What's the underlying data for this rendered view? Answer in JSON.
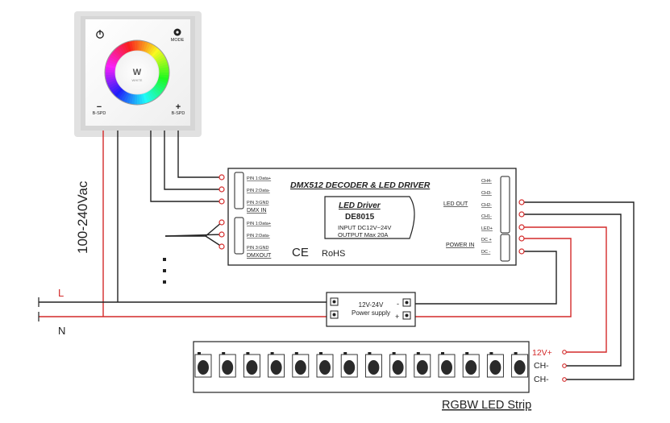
{
  "panel": {
    "wheel_center_label": "W",
    "wheel_center_sub": "WHITE",
    "mode_label": "MODE",
    "minus_symbol": "−",
    "minus_label": "B-SPD",
    "plus_symbol": "+",
    "plus_label": "B-SPD"
  },
  "mains": {
    "voltage_label": "100-240Vac",
    "line_label": "L",
    "neutral_label": "N"
  },
  "decoder": {
    "title": "DMX512 DECODER & LED DRIVER",
    "dmx_in": {
      "pins": [
        "PIN 1:Data+",
        "PIN 2:Data-",
        "PIN 3:GND"
      ],
      "label": "DMX IN"
    },
    "dmx_out": {
      "pins": [
        "PIN 1:Data+",
        "PIN 2:Data-",
        "PIN 3:GND"
      ],
      "label": "DMXOUT"
    },
    "driver_box": {
      "name": "LED Driver",
      "model": "DE8015",
      "input": "INPUT DC12V~24V",
      "output": "OUTPUT  Max 20A"
    },
    "ce": "CE",
    "rohs": "RoHS",
    "led_out_label": "LED OUT",
    "led_out_pins": [
      "CH4-",
      "CH3-",
      "CH2-",
      "CH1-",
      "LED+"
    ],
    "power_in_label": "POWER IN",
    "power_in_pins": [
      "DC +",
      "DC -"
    ]
  },
  "power_supply": {
    "voltage": "12V-24V",
    "name": "Power supply",
    "minus_symbol": "-",
    "plus_symbol": "+"
  },
  "strip": {
    "title": "RGBW LED Strip",
    "led_count": 14,
    "terminals": [
      "12V+",
      "CH-",
      "CH-"
    ]
  },
  "colors": {
    "live_wire": "#d42a2a",
    "neutral_wire": "#222222",
    "strip_terminal_12v": "#d42a2a"
  }
}
